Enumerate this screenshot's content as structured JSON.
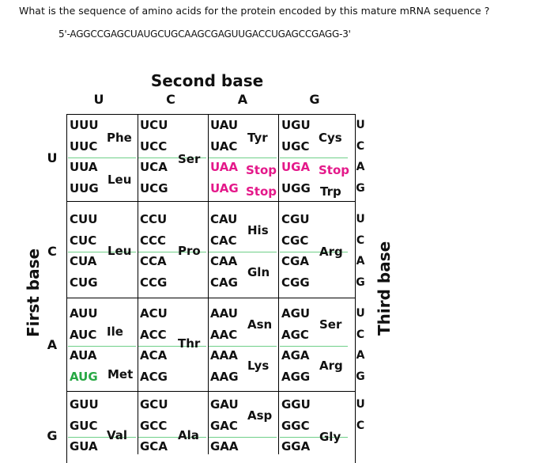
{
  "question": "What is the sequence of amino acids for the protein encoded by this mature mRNA sequence ?",
  "mrna_sequence": "5'-AGGCCGAGCUAUGCUGCAAGCGAGUUGACCUGAGCCGAGG-3'",
  "table": {
    "second_base_title": "Second base",
    "first_base_title": "First base",
    "third_base_title": "Third base",
    "bases": [
      "U",
      "C",
      "A",
      "G"
    ],
    "third_bases": [
      [
        "U",
        "C",
        "A",
        "G"
      ],
      [
        "U",
        "C",
        "A",
        "G"
      ],
      [
        "U",
        "C",
        "A",
        "G"
      ],
      [
        "U",
        "C"
      ]
    ],
    "codons": [
      [
        [
          "UUU",
          "UUC",
          "UUA",
          "UUG"
        ],
        [
          "UCU",
          "UCC",
          "UCA",
          "UCG"
        ],
        [
          "UAU",
          "UAC",
          "UAA",
          "UAG"
        ],
        [
          "UGU",
          "UGC",
          "UGA",
          "UGG"
        ]
      ],
      [
        [
          "CUU",
          "CUC",
          "CUA",
          "CUG"
        ],
        [
          "CCU",
          "CCC",
          "CCA",
          "CCG"
        ],
        [
          "CAU",
          "CAC",
          "CAA",
          "CAG"
        ],
        [
          "CGU",
          "CGC",
          "CGA",
          "CGG"
        ]
      ],
      [
        [
          "AUU",
          "AUC",
          "AUA",
          "AUG"
        ],
        [
          "ACU",
          "ACC",
          "ACA",
          "ACG"
        ],
        [
          "AAU",
          "AAC",
          "AAA",
          "AAG"
        ],
        [
          "AGU",
          "AGC",
          "AGA",
          "AGG"
        ]
      ],
      [
        [
          "GUU",
          "GUC",
          "GUA"
        ],
        [
          "GCU",
          "GCC",
          "GCA"
        ],
        [
          "GAU",
          "GAC",
          "GAA"
        ],
        [
          "GGU",
          "GGC",
          "GGA"
        ]
      ]
    ],
    "amino_acids": {
      "phe": "Phe",
      "leu1": "Leu",
      "ser1": "Ser",
      "tyr": "Tyr",
      "cys": "Cys",
      "stop": "Stop",
      "trp": "Trp",
      "leu2": "Leu",
      "pro": "Pro",
      "his": "His",
      "gln": "Gln",
      "arg1": "Arg",
      "ile": "Ile",
      "met": "Met",
      "thr": "Thr",
      "asn": "Asn",
      "lys": "Lys",
      "ser2": "Ser",
      "arg2": "Arg",
      "val": "Val",
      "ala": "Ala",
      "asp": "Asp",
      "gly": "Gly"
    },
    "colors": {
      "stop": "#e4198a",
      "start": "#27a844",
      "divider": "#6fcf88"
    }
  }
}
